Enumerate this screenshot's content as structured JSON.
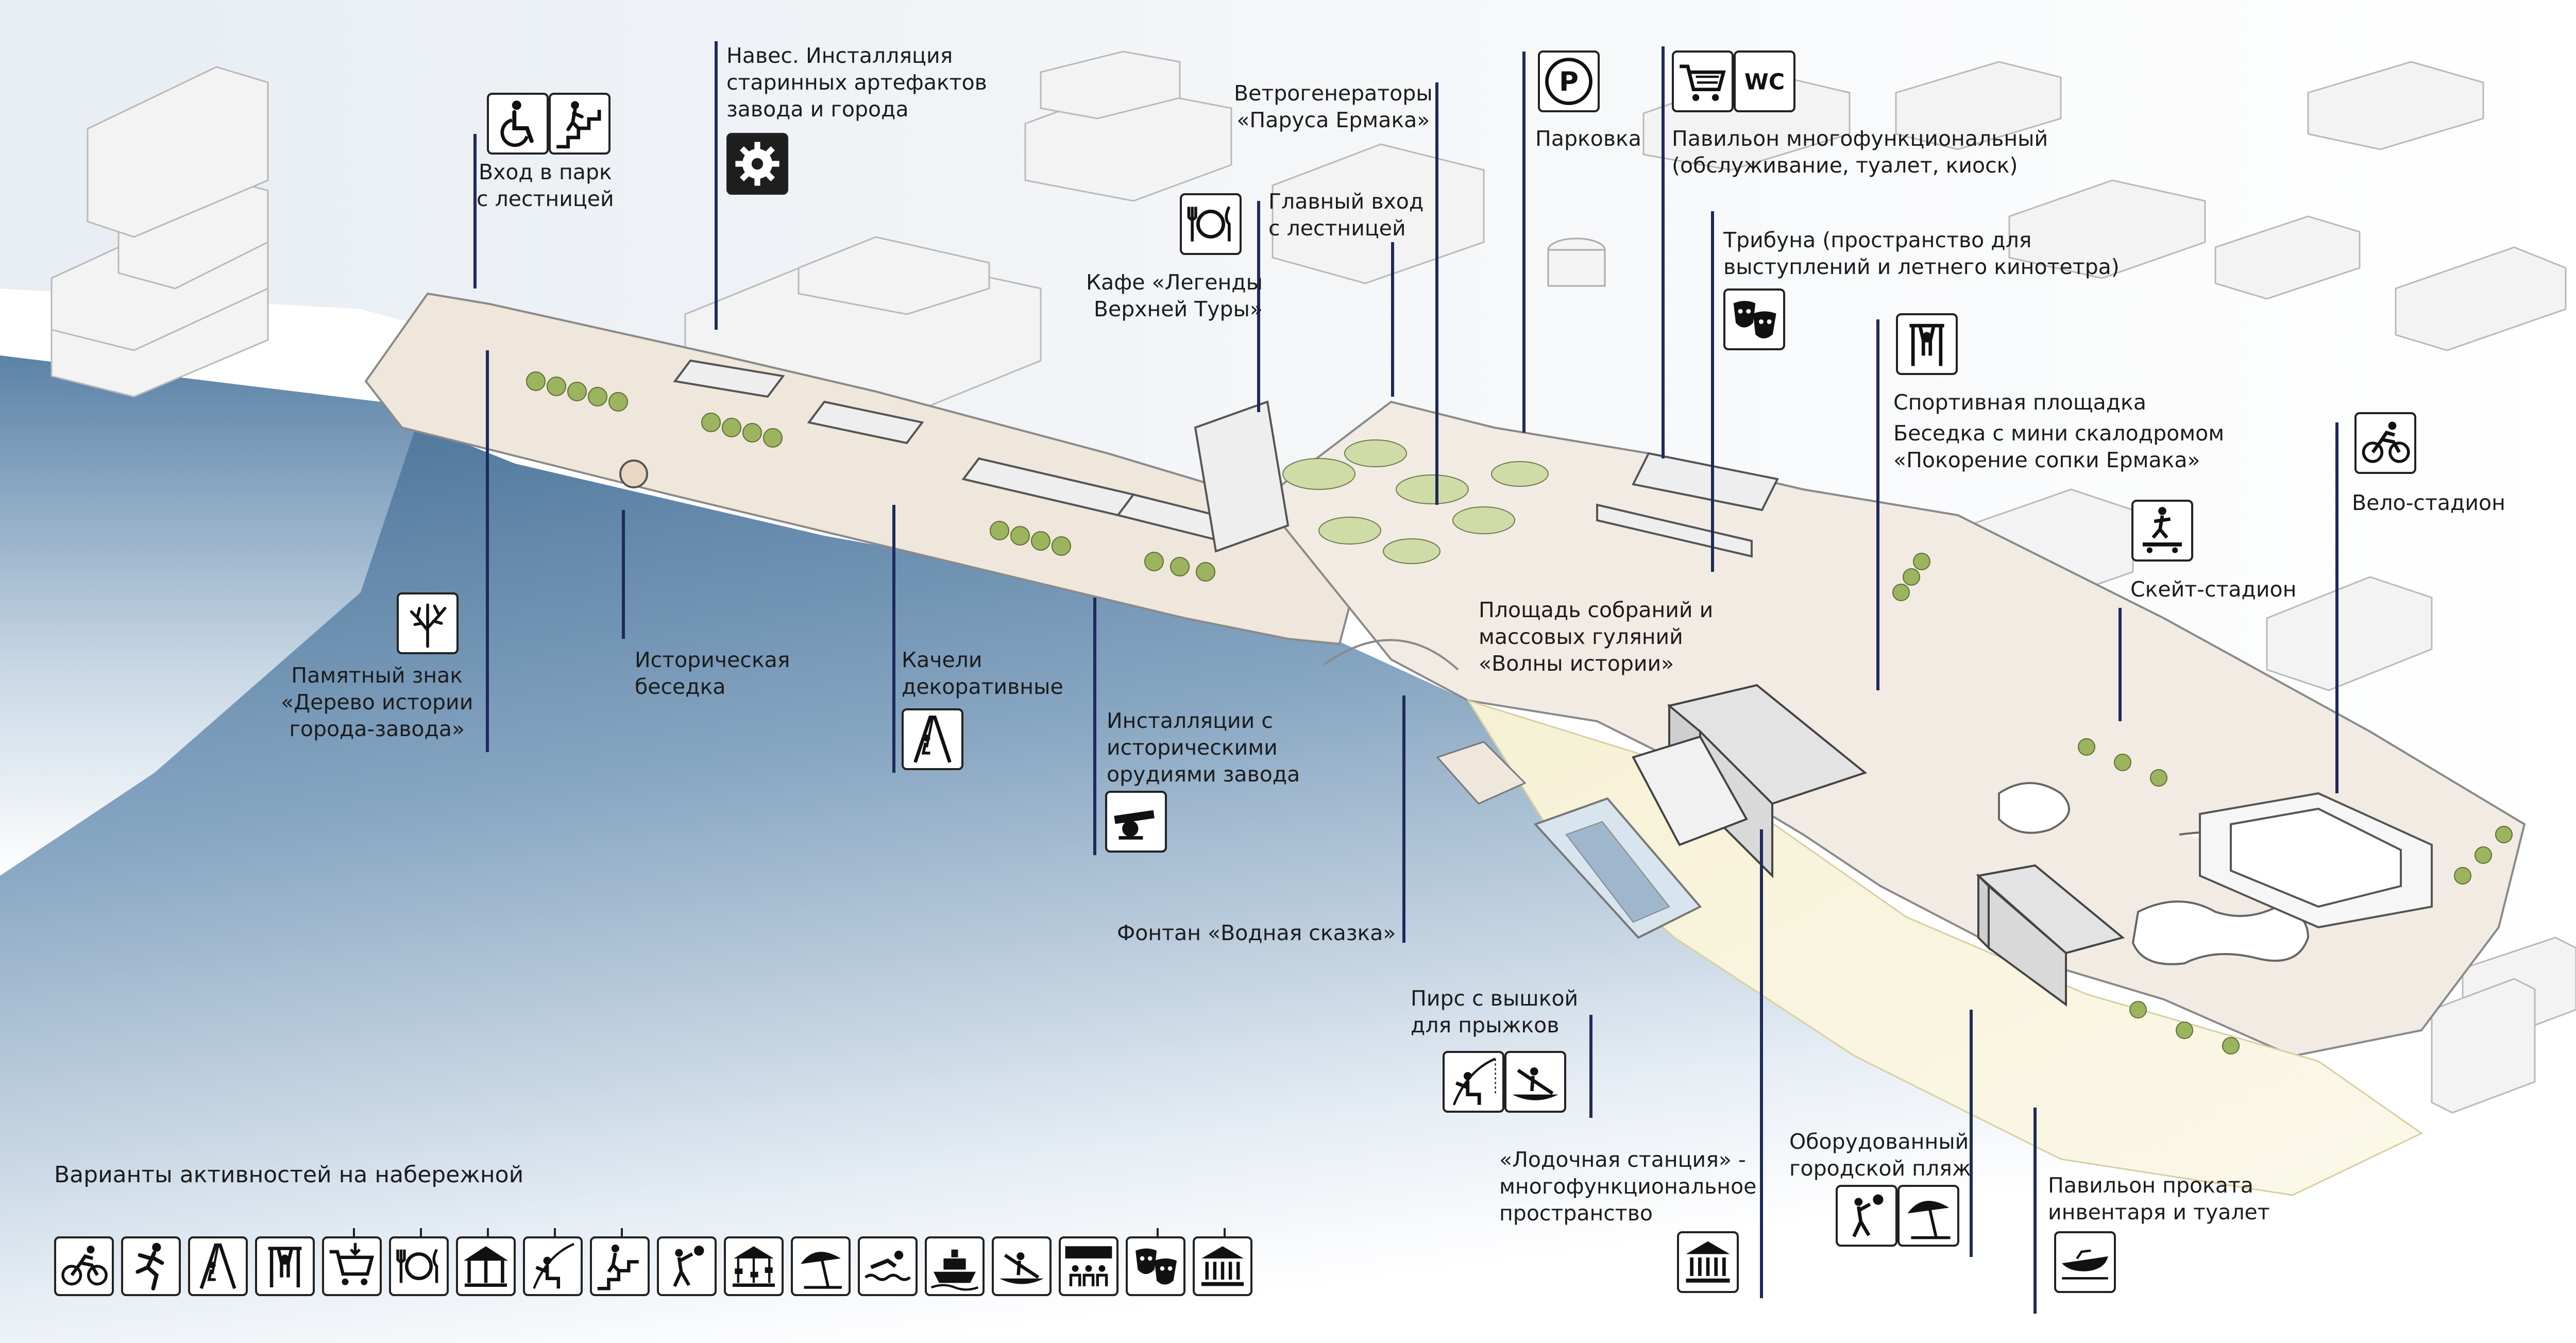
{
  "labels": {
    "entrance_stairs": "Вход в парк\nс лестницей",
    "canopy": "Навес. Инсталляция\nстаринных артефактов\nзавода и города",
    "wind_generators": "Ветрогенераторы\n«Паруса Ермака»",
    "main_entrance": "Главный вход\nс лестницей",
    "cafe": "Кафе «Легенды\nВерхней Туры»",
    "parking": "Парковка",
    "pavilion": "Павильон многофункциональный\n(обслуживание, туалет, киоск)",
    "tribune": "Трибуна (пространство для\nвыступлений и летнего кинотетра)",
    "sports_ground": "Спортивная площадка",
    "climbing_gazebo": "Беседка с мини скалодромом\n«Покорение сопки Ермака»",
    "velodrome": "Вело-стадион",
    "skate_stadium": "Скейт-стадион",
    "gathering_square": "Площадь собраний и\nмассовых гуляний\n«Волны истории»",
    "memorial_sign": "Памятный знак\n«Дерево истории\nгорода-завода»",
    "historic_gazebo": "Историческая\nбеседка",
    "swings": "Качели\nдекоративные",
    "cannon_installations": "Инсталляции с\nисторическими\nорудиями завода",
    "fountain": "Фонтан «Водная сказка»",
    "pier": "Пирс с вышкой\nдля прыжков",
    "boat_station": "«Лодочная станция» -\nмногофункциональное\nпространство",
    "beach": "Оборудованный\nгородской пляж",
    "rental_pavilion": "Павильон проката\nинвентаря и туалет",
    "wc_text": "WC",
    "parking_letter": "P"
  },
  "legend": {
    "title": "Варианты активностей на набережной",
    "items": [
      "cycling-icon",
      "running-icon",
      "swing-icon",
      "workout-icon",
      "shopping-icon",
      "cafe-icon",
      "gazebo-icon",
      "fishing-icon",
      "accessible-stairs-icon",
      "ball-game-icon",
      "carousel-icon",
      "beach-umbrella-icon",
      "swimming-icon",
      "ferry-icon",
      "kayak-icon",
      "audience-icon",
      "theatre-masks-icon",
      "museum-icon"
    ]
  },
  "colors": {
    "water_deep": "#3f6a92",
    "water_light": "#dfe9f2",
    "promenade": "#efe6dc",
    "sand": "#f4efcf",
    "buildings": "#f2f2f2",
    "leader_lines": "#1f2a5c",
    "greenery": "#9cb45e"
  }
}
